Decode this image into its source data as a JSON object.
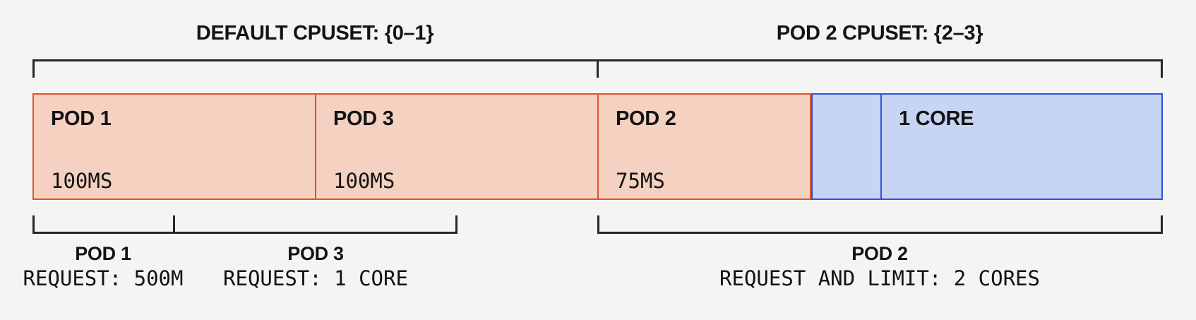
{
  "colors": {
    "background": "#f5f4f2",
    "text": "#131313",
    "bracket_line": "#262626",
    "red_border": "#e1512b",
    "red_fill": "#f5d1c1",
    "blue_border": "#2f52d9",
    "blue_fill": "#c8d4f4"
  },
  "headers": {
    "default_cpuset": "DEFAULT CPUSET: {0–1}",
    "pod2_cpuset": "POD 2 CPUSET: {2–3}"
  },
  "bar": {
    "cells": [
      {
        "label": "POD 1",
        "value": "100MS",
        "type": "pod-usage"
      },
      {
        "label": "POD 3",
        "value": "100MS",
        "type": "pod-usage"
      },
      {
        "label": "POD 2",
        "value": "75MS",
        "type": "pod-usage"
      },
      {
        "label": "",
        "value": "",
        "type": "reserved-idle"
      },
      {
        "label": "1 CORE",
        "value": "",
        "type": "reserved-core"
      }
    ]
  },
  "footers": [
    {
      "title": "POD 1",
      "detail": "REQUEST: 500M"
    },
    {
      "title": "POD 3",
      "detail": "REQUEST: 1 CORE"
    },
    {
      "title": "POD 2",
      "detail": "REQUEST AND LIMIT: 2 CORES"
    }
  ]
}
